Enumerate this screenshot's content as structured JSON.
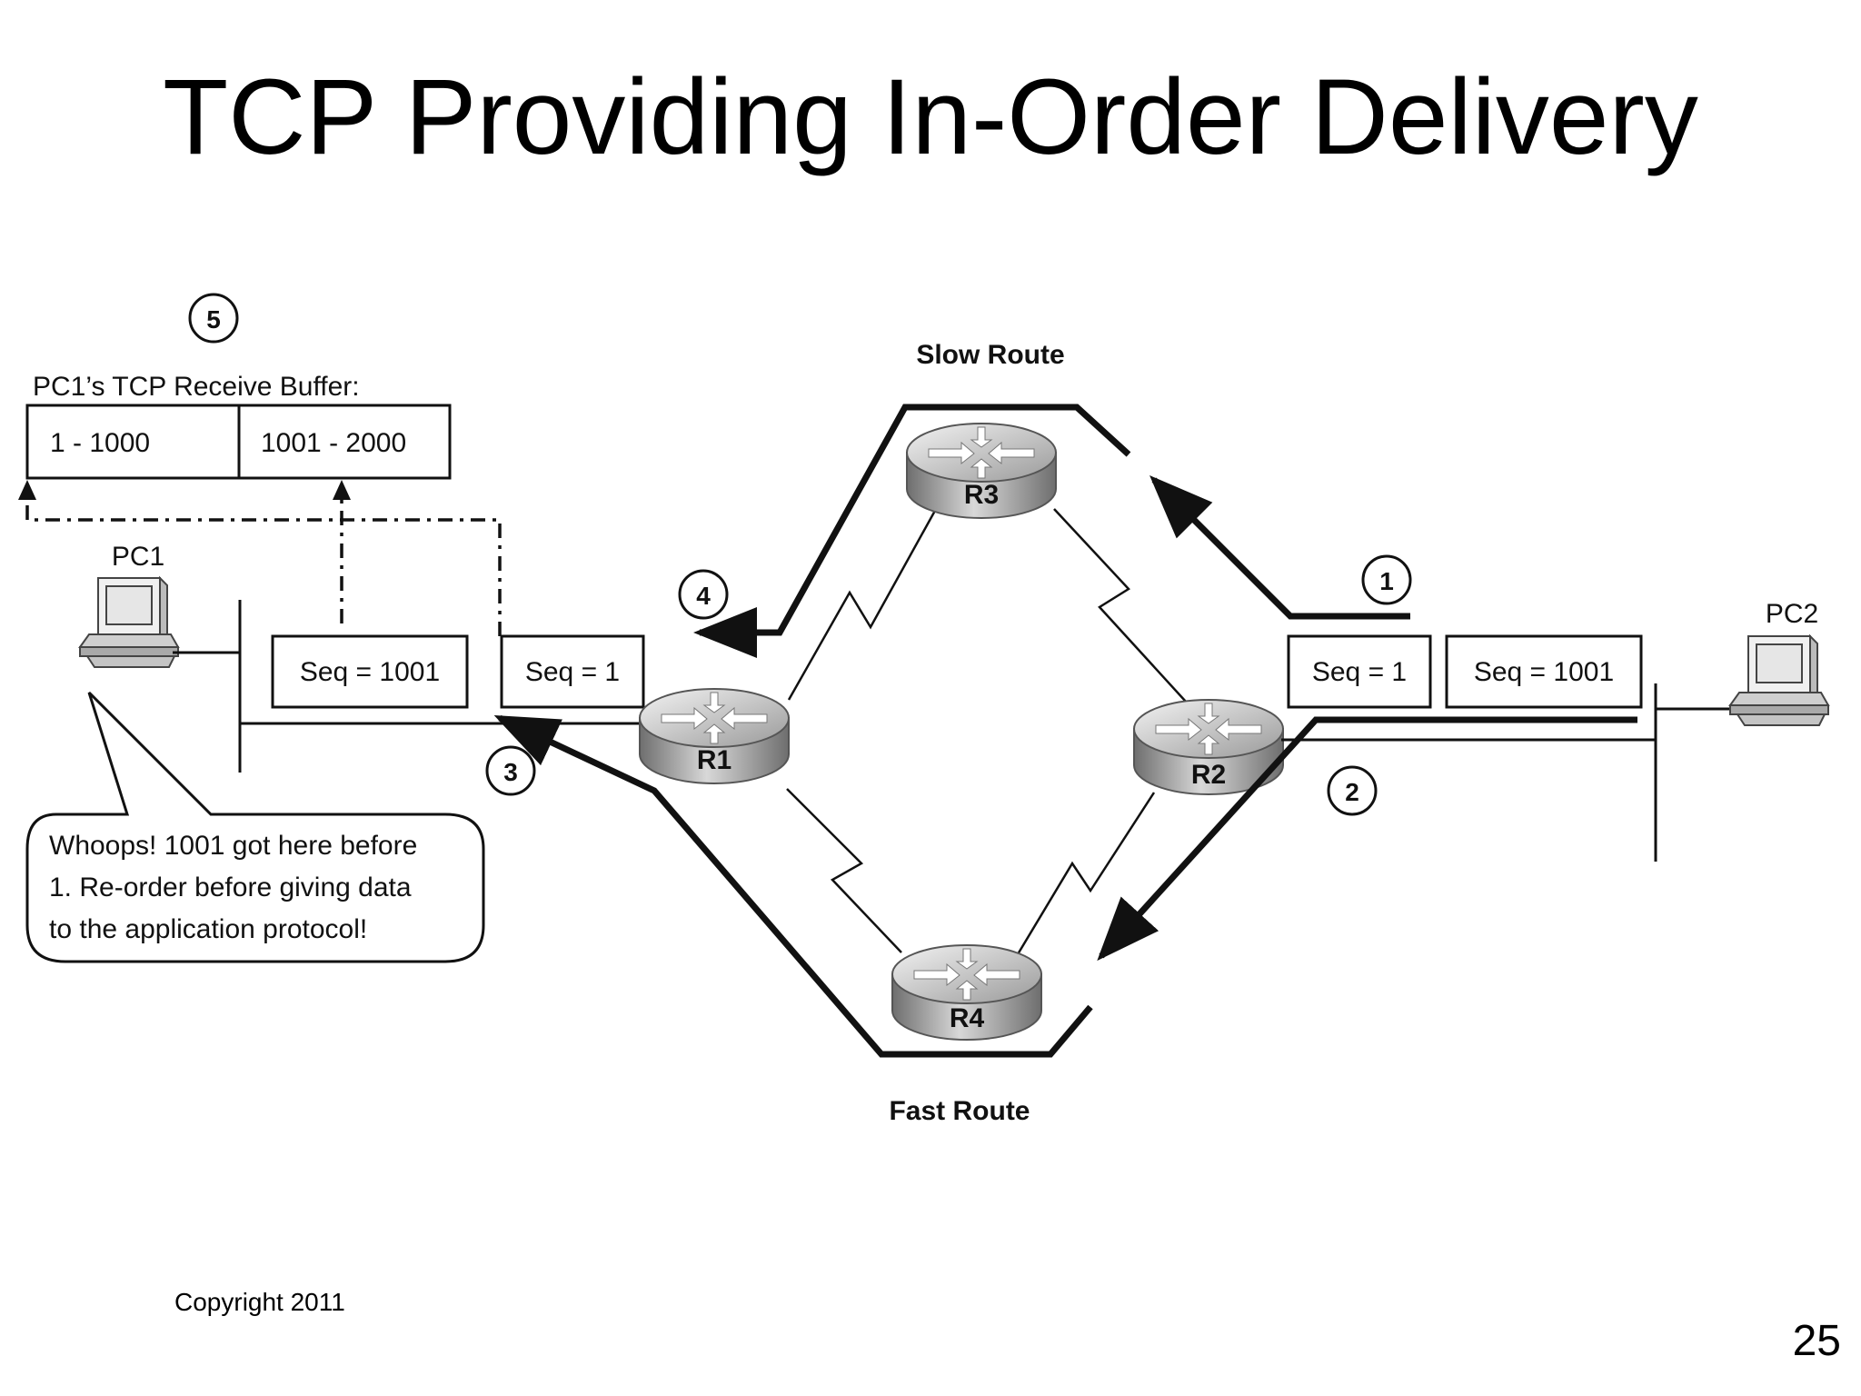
{
  "slide": {
    "title": "TCP Providing In-Order Delivery",
    "copyright": "Copyright 2011",
    "page_number": "25"
  },
  "diagram": {
    "buffer_title": "PC1’s TCP Receive Buffer:",
    "buffer_cells": [
      "1 - 1000",
      "1001 - 2000"
    ],
    "hosts": {
      "pc1": "PC1",
      "pc2": "PC2"
    },
    "routers": {
      "r1": "R1",
      "r2": "R2",
      "r3": "R3",
      "r4": "R4"
    },
    "routes": {
      "slow": "Slow Route",
      "fast": "Fast Route"
    },
    "segments_left": {
      "seq1001": "Seq = 1001",
      "seq1": "Seq = 1"
    },
    "segments_right": {
      "seq1": "Seq = 1",
      "seq1001": "Seq = 1001"
    },
    "steps": [
      "1",
      "2",
      "3",
      "4",
      "5"
    ],
    "callout_lines": [
      "Whoops! 1001 got here before",
      "1. Re-order before giving data",
      "to the application protocol!"
    ]
  },
  "colors": {
    "line": "#111111",
    "router_light": "#dcdcdc",
    "router_dark": "#7a7a7a",
    "monitor_screen": "#e6e6e6"
  }
}
